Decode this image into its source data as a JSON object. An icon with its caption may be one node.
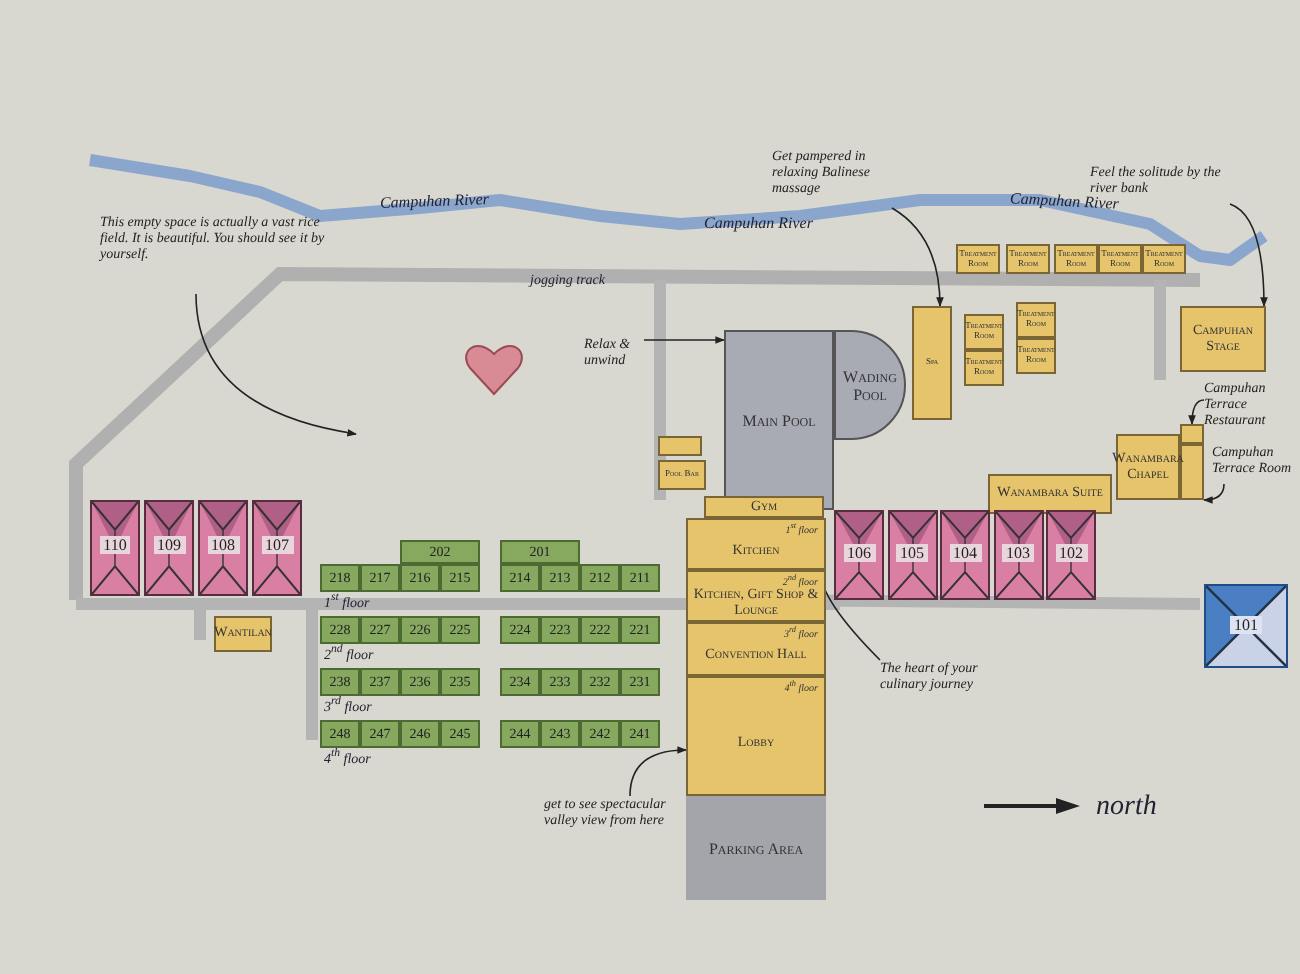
{
  "diagram": {
    "nodes": [
      {
        "text": [
          "This empty space is actually a vast rice field. It is beautiful. You should see it by yourself."
        ]
      },
      {
        "text": [
          "Get pampered in relaxing Balinese massage"
        ]
      },
      {
        "text": [
          "Feel the solitude by the river bank"
        ]
      },
      {
        "text": [],
        "shape": "heart"
      },
      {
        "text": [
          "Relax & unwind"
        ]
      },
      {
        "text": [
          "Main Pool"
        ]
      },
      {
        "text": [
          "Wading Pool"
        ]
      },
      {
        "text": [
          "Spa"
        ]
      },
      {
        "text": [
          "Treatment Room"
        ]
      },
      {
        "text": [
          "Treatment Room"
        ]
      },
      {
        "text": [
          "Treatment Room"
        ]
      },
      {
        "text": [
          "Treatment Room"
        ]
      },
      {
        "text": [
          "Treatment Room"
        ]
      },
      {
        "text": [
          "Treatment Room"
        ]
      },
      {
        "text": [
          "Treatment Room"
        ]
      },
      {
        "text": [
          "Treatment Room"
        ]
      },
      {
        "text": [
          "Treatment Room"
        ]
      },
      {
        "text": [
          "Campuhan Stage"
        ]
      },
      {
        "text": [
          "Campuhan Terrace Restaurant"
        ]
      },
      {
        "text": [
          "Campuhan Terrace Room"
        ]
      },
      {
        "text": [],
        "shape": "box"
      },
      {
        "text": [],
        "shape": "box"
      },
      {
        "text": [
          "Wanambara Chapel"
        ]
      },
      {
        "text": [],
        "shape": "box"
      },
      {
        "text": [
          "Pool Bar"
        ]
      },
      {
        "text": [
          "Gym"
        ]
      },
      {
        "text": [
          "1$^{st}$ floor",
          "Kitchen"
        ]
      },
      {
        "text": [
          "2$^{nd}$ floor",
          "Kitchen, Gift Shop & Lounge"
        ]
      },
      {
        "text": [
          "3$^{rd}$ floor",
          "Convention Hall"
        ]
      },
      {
        "text": [
          "4$^{th}$ floor",
          "Lobby"
        ]
      },
      {
        "text": [
          "Parking Area"
        ]
      },
      {
        "text": [
          "Wanambara Suite"
        ]
      },
      {
        "text": [
          "110"
        ]
      },
      {
        "text": [
          "109"
        ]
      },
      {
        "text": [
          "108"
        ]
      },
      {
        "text": [
          "107"
        ]
      },
      {
        "text": [
          "106"
        ]
      },
      {
        "text": [
          "105"
        ]
      },
      {
        "text": [
          "104"
        ]
      },
      {
        "text": [
          "103"
        ]
      },
      {
        "text": [
          "102"
        ]
      },
      {
        "text": [
          "101"
        ]
      },
      {
        "text": [
          "Wantilan"
        ]
      },
      {
        "text": [
          "202"
        ]
      },
      {
        "text": [
          "201"
        ]
      },
      {
        "text": [
          "218"
        ]
      },
      {
        "text": [
          "217"
        ]
      },
      {
        "text": [
          "216"
        ]
      },
      {
        "text": [
          "215"
        ]
      },
      {
        "text": [
          "214"
        ]
      },
      {
        "text": [
          "213"
        ]
      },
      {
        "text": [
          "212"
        ]
      },
      {
        "text": [
          "211"
        ]
      },
      {
        "text": [
          "228"
        ]
      },
      {
        "text": [
          "227"
        ]
      },
      {
        "text": [
          "226"
        ]
      },
      {
        "text": [
          "225"
        ]
      },
      {
        "text": [
          "224"
        ]
      },
      {
        "text": [
          "223"
        ]
      },
      {
        "text": [
          "222"
        ]
      },
      {
        "text": [
          "221"
        ]
      },
      {
        "text": [
          "238"
        ]
      },
      {
        "text": [
          "237"
        ]
      },
      {
        "text": [
          "236"
        ]
      },
      {
        "text": [
          "235"
        ]
      },
      {
        "text": [
          "234"
        ]
      },
      {
        "text": [
          "233"
        ]
      },
      {
        "text": [
          "232"
        ]
      },
      {
        "text": [
          "231"
        ]
      },
      {
        "text": [
          "248"
        ]
      },
      {
        "text": [
          "247"
        ]
      },
      {
        "text": [
          "246"
        ]
      },
      {
        "text": [
          "245"
        ]
      },
      {
        "text": [
          "244"
        ]
      },
      {
        "text": [
          "243"
        ]
      },
      {
        "text": [
          "242"
        ]
      },
      {
        "text": [
          "241"
        ]
      },
      {
        "text": [
          "The heart of your culinary journey"
        ]
      },
      {
        "text": [
          "get to see spectacular valley view from here"
        ]
      }
    ],
    "edges": [
      {
        "from": 0,
        "to": null,
        "arrow": "to"
      },
      {
        "from": 1,
        "to": 7,
        "arrow": "to"
      },
      {
        "from": 2,
        "to": 17,
        "arrow": "to"
      },
      {
        "from": 4,
        "to": 5,
        "arrow": "to"
      },
      {
        "from": 18,
        "to": 20,
        "arrow": "to"
      },
      {
        "from": 19,
        "to": 21,
        "arrow": "to"
      },
      {
        "from": 77,
        "to": 26,
        "arrow": "to"
      },
      {
        "from": 78,
        "to": 29,
        "arrow": "to"
      }
    ],
    "labels": [
      "Campuhan River",
      "Campuhan River",
      "Campuhan River",
      "jogging track",
      "1$^{st}$ floor",
      "2$^{nd}$ floor",
      "3$^{rd}$ floor",
      "4$^{th}$ floor",
      "north"
    ]
  }
}
